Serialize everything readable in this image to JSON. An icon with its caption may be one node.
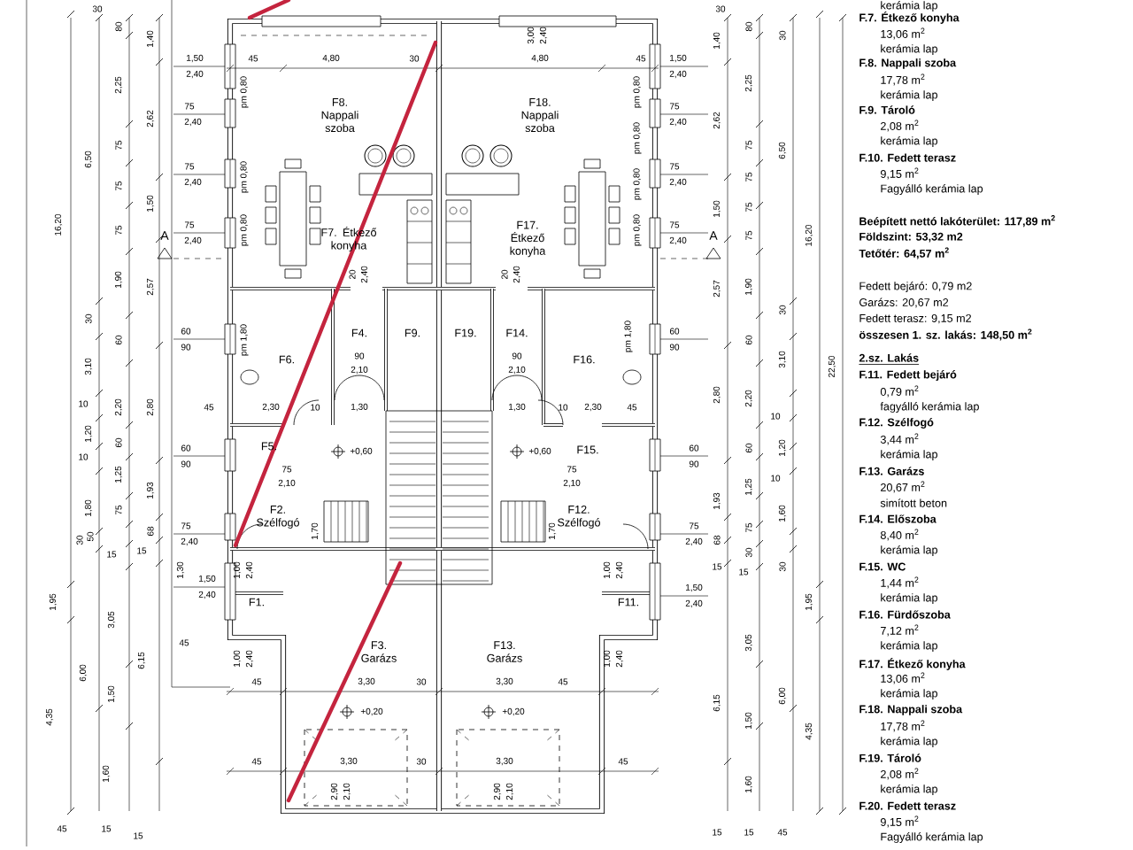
{
  "diagram": {
    "nodes": [
      {
        "text": [
          "F8. Nappali szoba"
        ]
      },
      {
        "text": [
          "F18. Nappali szoba"
        ]
      },
      {
        "text": [
          "F7. Étkező konyha"
        ]
      },
      {
        "text": [
          "F17. Étkező konyha"
        ]
      },
      {
        "text": [
          "F6."
        ]
      },
      {
        "text": [
          "F4."
        ]
      },
      {
        "text": [
          "F9."
        ]
      },
      {
        "text": [
          "F19."
        ]
      },
      {
        "text": [
          "F14."
        ]
      },
      {
        "text": [
          "F16."
        ]
      },
      {
        "text": [
          "F5."
        ]
      },
      {
        "text": [
          "F15."
        ]
      },
      {
        "text": [
          "F2. Szélfogó"
        ]
      },
      {
        "text": [
          "F12. Szélfogó"
        ]
      },
      {
        "text": [
          "F1."
        ]
      },
      {
        "text": [
          "F11."
        ]
      },
      {
        "text": [
          "F3. Garázs"
        ]
      },
      {
        "text": [
          "F13. Garázs"
        ]
      }
    ],
    "labels": [
      "kerámia lap",
      "F.7. Étkező konyha",
      "13,06 m$^{2}$",
      "kerámia lap",
      "F.8. Nappali szoba",
      "17,78 m$^{2}$",
      "kerámia lap",
      "F.9. Tároló",
      "2,08 m$^{2}$",
      "kerámia lap",
      "F.10. Fedett terasz",
      "9,15 m$^{2}$",
      "Fagyálló kerámia lap",
      "Beépített nettó lakóterület: 117,89 m$^{2}$",
      "Földszint: 53,32 m2",
      "Tetőtér: 64,57 m$^{2}$",
      "Fedett bejáró: 0,79 m2",
      "Garázs: 20,67 m2",
      "Fedett terasz: 9,15 m2",
      "összesen 1. sz. lakás: 148,50 m$^{2}$",
      "2.sz. Lakás",
      "F.11. Fedett bejáró",
      "0,79 m$^{2}$",
      "fagyálló kerámia lap",
      "F.12. Szélfogó",
      "3,44 m$^{2}$",
      "kerámia lap",
      "F.13. Garázs",
      "20,67 m$^{2}$",
      "simított beton",
      "F.14. Előszoba",
      "8,40 m$^{2}$",
      "kerámia lap",
      "F.15. WC",
      "1,44 m$^{2}$",
      "kerámia lap",
      "F.16. Fürdőszoba",
      "7,12 m$^{2}$",
      "kerámia lap",
      "F.17. Étkező konyha",
      "13,06 m$^{2}$",
      "kerámia lap",
      "F.18. Nappali szoba",
      "17,78 m$^{2}$",
      "kerámia lap",
      "F.19. Tároló",
      "2,08 m$^{2}$",
      "kerámia lap",
      "F.20. Fedett terasz",
      "9,15 m$^{2}$",
      "Fagyálló kerámia lap",
      "45",
      "4,80",
      "30",
      "4,80",
      "45",
      "3,00",
      "2,40",
      "pm 0,80",
      "pm 0,80",
      "pm 0,80",
      "pm 0,80",
      "pm 0,80",
      "pm 0,80",
      "pm 0,80",
      "pm 1,80",
      "pm 1,80",
      "20",
      "2,40",
      "20",
      "2,40",
      "90",
      "2,10",
      "90",
      "2,10",
      "2,30",
      "10",
      "1,30",
      "1,30",
      "10",
      "2,30",
      "45",
      "+0,60",
      "+0,60",
      "75",
      "2,10",
      "75",
      "2,10",
      "1,70",
      "1,70",
      "1,00",
      "2,40",
      "1,00",
      "2,40",
      "1,00",
      "2,40",
      "1,00",
      "2,40",
      "45",
      "3,30",
      "30",
      "3,30",
      "45",
      "+0,20",
      "+0,20",
      "45",
      "3,30",
      "30",
      "3,30",
      "45",
      "2,90",
      "2,10",
      "2,90",
      "2,10",
      "1,50",
      "2,40",
      "75",
      "2,40",
      "75",
      "2,40",
      "75",
      "2,40",
      "60",
      "90",
      "60",
      "90",
      "75",
      "2,40",
      "1,50",
      "2,40",
      "1,50",
      "2,40",
      "75",
      "2,40",
      "75",
      "2,40",
      "75",
      "2,40",
      "60",
      "90",
      "45",
      "60",
      "90",
      "75",
      "2,40",
      "1,50",
      "2,40",
      "1,30",
      "45",
      "A",
      "A",
      "16,20",
      "1,95",
      "4,35",
      "6,50",
      "30",
      "3,10",
      "10",
      "1,20",
      "10",
      "1,80",
      "30",
      "50",
      "6,00",
      "1,60",
      "30",
      "80",
      "2,25",
      "75",
      "75",
      "75",
      "1,90",
      "60",
      "2,20",
      "60",
      "1,25",
      "75",
      "15",
      "3,05",
      "1,50",
      "1,40",
      "2,62",
      "1,50",
      "2,57",
      "2,80",
      "1,93",
      "68",
      "15",
      "6,15",
      "45",
      "15",
      "15",
      "30",
      "80",
      "30",
      "1,40",
      "2,25",
      "2,62",
      "75",
      "6,50",
      "75",
      "75",
      "1,50",
      "75",
      "2,57",
      "1,90",
      "30",
      "60",
      "3,10",
      "2,80",
      "2,20",
      "10",
      "1,20",
      "60",
      "10",
      "1,25",
      "1,93",
      "1,60",
      "75",
      "68",
      "30",
      "15",
      "15",
      "30",
      "3,05",
      "6,00",
      "6,15",
      "1,50",
      "1,60",
      "16,20",
      "22,50",
      "1,95",
      "4,35",
      "15",
      "15",
      "45"
    ]
  }
}
